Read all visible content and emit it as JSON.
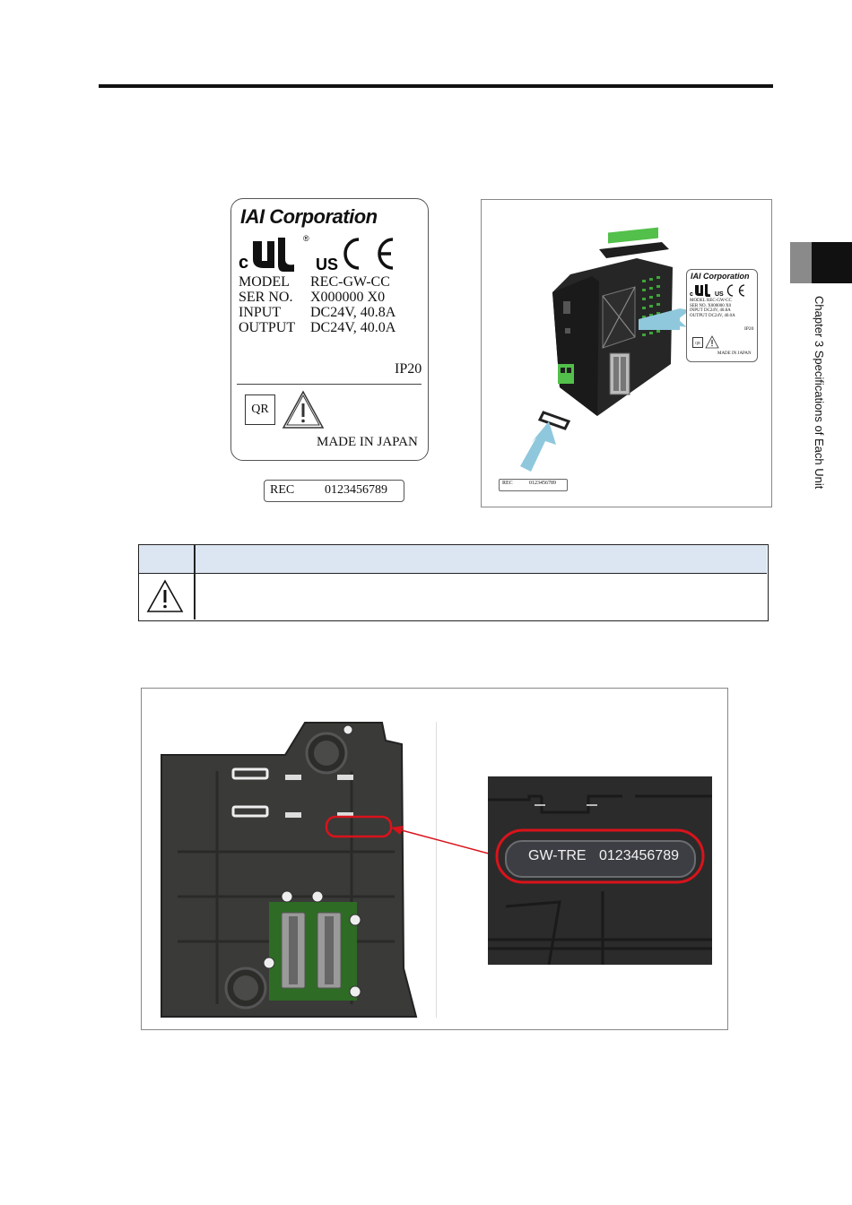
{
  "header": {
    "chapter_label": "Chapter 3 Specifications of Each Unit"
  },
  "product_label": {
    "brand": "IAI Corporation",
    "cert_marks": [
      "c",
      "UL",
      "US",
      "CE"
    ],
    "rows": [
      {
        "key": "MODEL",
        "value": "REC-GW-CC"
      },
      {
        "key": "SER NO.",
        "value": "X000000 X0"
      },
      {
        "key": "INPUT",
        "value": "DC24V, 40.8A"
      },
      {
        "key": "OUTPUT",
        "value": "DC24V, 40.0A"
      }
    ],
    "ip_rating": "IP20",
    "qr": "QR",
    "made_in": "MADE IN JAPAN"
  },
  "serial_tag": {
    "prefix": "REC",
    "number": "0123456789"
  },
  "small_label": {
    "brand": "IAI Corporation",
    "rows": [
      {
        "key": "MODEL",
        "value": "REC-GW-CC"
      },
      {
        "key": "SER NO.",
        "value": "X000000 X0"
      },
      {
        "key": "INPUT",
        "value": "DC24V, 40.8A"
      },
      {
        "key": "OUTPUT",
        "value": "DC24V, 40.0A"
      }
    ],
    "ip_rating": "IP20",
    "qr": "QR",
    "made_in": "MADE IN JAPAN"
  },
  "small_serial_tag": {
    "prefix": "REC",
    "number": "0123456789"
  },
  "terminal_serial": {
    "prefix": "GW-TRE",
    "number": "0123456789"
  },
  "colors": {
    "arrow": "#8fc8dc",
    "highlight": "#d9131b",
    "table_header": "#dce6f2",
    "pcb_green": "#2e6b25",
    "module_dark": "#2a2a2a"
  }
}
